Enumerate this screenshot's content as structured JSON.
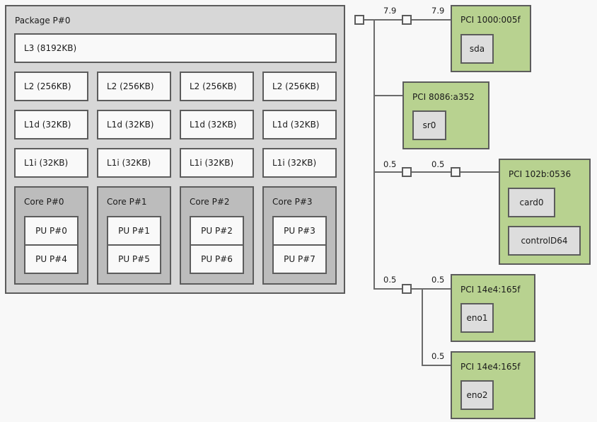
{
  "package": {
    "label": "Package P#0",
    "l3": "L3 (8192KB)",
    "l2": [
      "L2 (256KB)",
      "L2 (256KB)",
      "L2 (256KB)",
      "L2 (256KB)"
    ],
    "l1d": [
      "L1d (32KB)",
      "L1d (32KB)",
      "L1d (32KB)",
      "L1d (32KB)"
    ],
    "l1i": [
      "L1i (32KB)",
      "L1i (32KB)",
      "L1i (32KB)",
      "L1i (32KB)"
    ],
    "cores": [
      {
        "label": "Core P#0",
        "pus": [
          "PU P#0",
          "PU P#4"
        ]
      },
      {
        "label": "Core P#1",
        "pus": [
          "PU P#1",
          "PU P#5"
        ]
      },
      {
        "label": "Core P#2",
        "pus": [
          "PU P#2",
          "PU P#6"
        ]
      },
      {
        "label": "Core P#3",
        "pus": [
          "PU P#3",
          "PU P#7"
        ]
      }
    ]
  },
  "io": {
    "links": {
      "sda_upstream": "7.9",
      "sda_downstream": "7.9",
      "vga_upstream": "0.5",
      "vga_downstream": "0.5",
      "net_upstream": "0.5",
      "net1_downstream": "0.5",
      "net2_downstream": "0.5"
    },
    "pci_devices": [
      {
        "label": "PCI 1000:005f",
        "osdevs": [
          "sda"
        ]
      },
      {
        "label": "PCI 8086:a352",
        "osdevs": [
          "sr0"
        ]
      },
      {
        "label": "PCI 102b:0536",
        "osdevs": [
          "card0",
          "controlD64"
        ]
      },
      {
        "label": "PCI 14e4:165f",
        "osdevs": [
          "eno1"
        ]
      },
      {
        "label": "PCI 14e4:165f",
        "osdevs": [
          "eno2"
        ]
      }
    ]
  },
  "colors": {
    "package_bg": "#d7d7d7",
    "core_bg": "#bcbcbc",
    "cache_bg": "#f9f9f9",
    "pci_bg": "#b8d290",
    "osdev_bg": "#dddddd"
  }
}
